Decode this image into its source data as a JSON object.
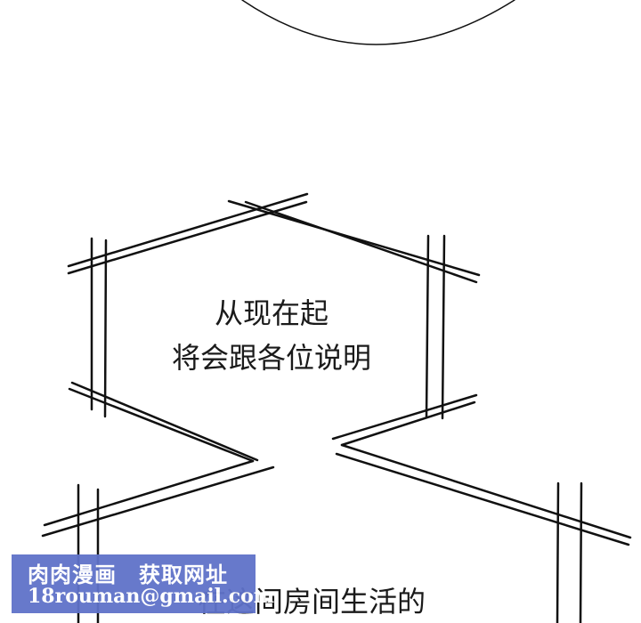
{
  "captions": {
    "line1": "从现在起",
    "line2": "将会跟各位说明",
    "line3": "在这间房间生活的"
  },
  "watermark": {
    "title": "肉肉漫画　获取网址",
    "email": "18rouman@gmail.com",
    "background_color": "#5f72c9"
  }
}
